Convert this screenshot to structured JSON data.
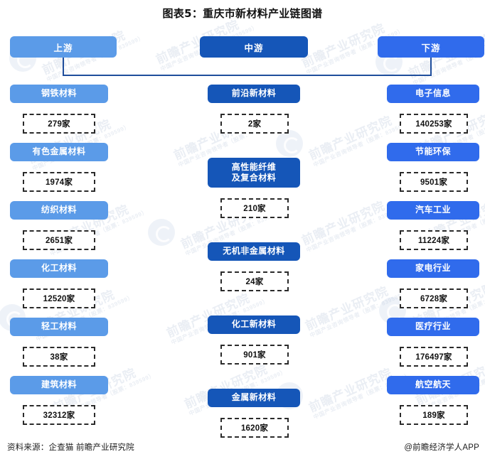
{
  "title": "图表5：重庆市新材料产业链图谱",
  "tiers": [
    {
      "key": "upstream",
      "label": "上游",
      "color": "#5B9BE8"
    },
    {
      "key": "midstream",
      "label": "中游",
      "color": "#1556B8"
    },
    {
      "key": "downstream",
      "label": "下游",
      "color": "#306BEC"
    }
  ],
  "columns": {
    "upstream": {
      "tier_label": "上游",
      "color": "#5B9BE8",
      "nodes": [
        {
          "label": "钢铁材料",
          "count": "279家"
        },
        {
          "label": "有色金属材料",
          "count": "1974家"
        },
        {
          "label": "纺织材料",
          "count": "2651家"
        },
        {
          "label": "化工材料",
          "count": "12520家"
        },
        {
          "label": "轻工材料",
          "count": "38家"
        },
        {
          "label": "建筑材料",
          "count": "32312家"
        }
      ]
    },
    "midstream": {
      "tier_label": "中游",
      "color": "#1556B8",
      "nodes": [
        {
          "label": "前沿新材料",
          "count": "2家"
        },
        {
          "label": "高性能纤维\n及复合材料",
          "count": "210家"
        },
        {
          "label": "无机非金属材料",
          "count": "24家"
        },
        {
          "label": "化工新材料",
          "count": "901家"
        },
        {
          "label": "金属新材料",
          "count": "1620家"
        }
      ]
    },
    "downstream": {
      "tier_label": "下游",
      "color": "#306BEC",
      "nodes": [
        {
          "label": "电子信息",
          "count": "140253家"
        },
        {
          "label": "节能环保",
          "count": "9501家"
        },
        {
          "label": "汽车工业",
          "count": "11224家"
        },
        {
          "label": "家电行业",
          "count": "6728家"
        },
        {
          "label": "医疗行业",
          "count": "176497家"
        },
        {
          "label": "航空航天",
          "count": "189家"
        }
      ]
    }
  },
  "footer": {
    "source": "资料来源：企查猫 前瞻产业研究院",
    "brand": "@前瞻经济学人APP"
  },
  "watermark": {
    "text": "前瞻产业研究院",
    "sub": "中国产业咨询领导者（股票：839599）"
  },
  "chart_data": {
    "type": "diagram",
    "title": "图表5：重庆市新材料产业链图谱",
    "categories": [
      "上游",
      "中游",
      "下游"
    ],
    "series": [
      {
        "name": "上游",
        "labels": [
          "钢铁材料",
          "有色金属材料",
          "纺织材料",
          "化工材料",
          "轻工材料",
          "建筑材料"
        ],
        "values": [
          279,
          1974,
          2651,
          12520,
          38,
          32312
        ],
        "unit": "家"
      },
      {
        "name": "中游",
        "labels": [
          "前沿新材料",
          "高性能纤维及复合材料",
          "无机非金属材料",
          "化工新材料",
          "金属新材料"
        ],
        "values": [
          2,
          210,
          24,
          901,
          1620
        ],
        "unit": "家"
      },
      {
        "name": "下游",
        "labels": [
          "电子信息",
          "节能环保",
          "汽车工业",
          "家电行业",
          "医疗行业",
          "航空航天"
        ],
        "values": [
          140253,
          9501,
          11224,
          6728,
          176497,
          189
        ],
        "unit": "家"
      }
    ]
  }
}
